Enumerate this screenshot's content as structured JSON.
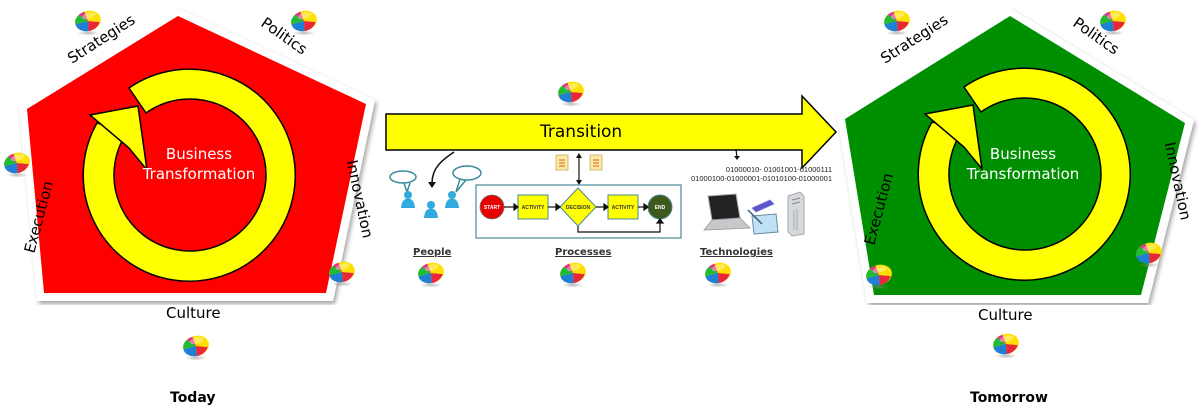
{
  "colors": {
    "today_fill": "#ff0000",
    "tomorrow_fill": "#008f00",
    "cycle_arrow": "#ffff00",
    "transition_arrow": "#ffff00",
    "people_icon": "#33aadd",
    "flow_start": "#e60000",
    "flow_end": "#3d5a1a",
    "flow_box": "#ffff00"
  },
  "today": {
    "center_line1": "Business",
    "center_line2": "Transformation",
    "sides": {
      "top_left": "Strategies",
      "top_right": "Politics",
      "right": "Innovation",
      "bottom": "Culture",
      "left": "Execution"
    },
    "caption": "Today",
    "icon": "pie-chart-icon"
  },
  "tomorrow": {
    "center_line1": "Business",
    "center_line2": "Transformation",
    "sides": {
      "top_left": "Strategies",
      "top_right": "Politics",
      "right": "Innovation",
      "bottom": "Culture",
      "left": "Execution"
    },
    "caption": "Tomorrow",
    "icon": "pie-chart-icon"
  },
  "transition": {
    "label": "Transition"
  },
  "pillars": {
    "people": "People",
    "processes": "Processes",
    "technologies": "Technologies"
  },
  "flowchart": {
    "start": "START",
    "activity1": "ACTIVITY",
    "decision": "DECISION",
    "activity2": "ACTIVITY",
    "end": "END"
  },
  "binary": {
    "line1": "01000010- 01001001-01000111",
    "line2": "01000100-01000001-01010100-01000001"
  }
}
